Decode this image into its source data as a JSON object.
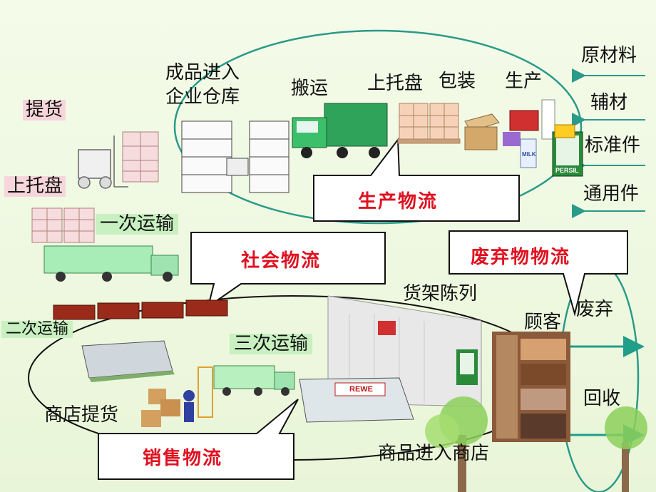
{
  "labels": {
    "finished_warehouse_1": "成品进入",
    "finished_warehouse_2": "企业仓库",
    "carry": "搬运",
    "palletize_top": "上托盘",
    "package": "包装",
    "produce": "生产",
    "pickup": "提货",
    "palletize_left": "上托盘",
    "first_transport": "一次运输",
    "second_transport": "二次运输",
    "third_transport": "三次运输",
    "shelf_display": "货架陈列",
    "customer": "顾客",
    "discard": "废弃",
    "recycle": "回收",
    "store_pickup": "商店提货",
    "goods_enter_store": "商品进入商店"
  },
  "inputs": [
    "原材料",
    "辅材",
    "标准件",
    "通用件"
  ],
  "bubbles": {
    "production": "生产物流",
    "social": "社会物流",
    "sales": "销售物流",
    "waste": "废弃物物流"
  },
  "store_sign": "REWE",
  "product_brand": "PERSIL",
  "milk_text": "MILK",
  "colors": {
    "ellipse": "#2a9a8a",
    "arrow": "#1f9e8a",
    "bubble_text": "#e01020",
    "truck_green": "#2fa35a",
    "truck_light": "#a8ecb8"
  }
}
